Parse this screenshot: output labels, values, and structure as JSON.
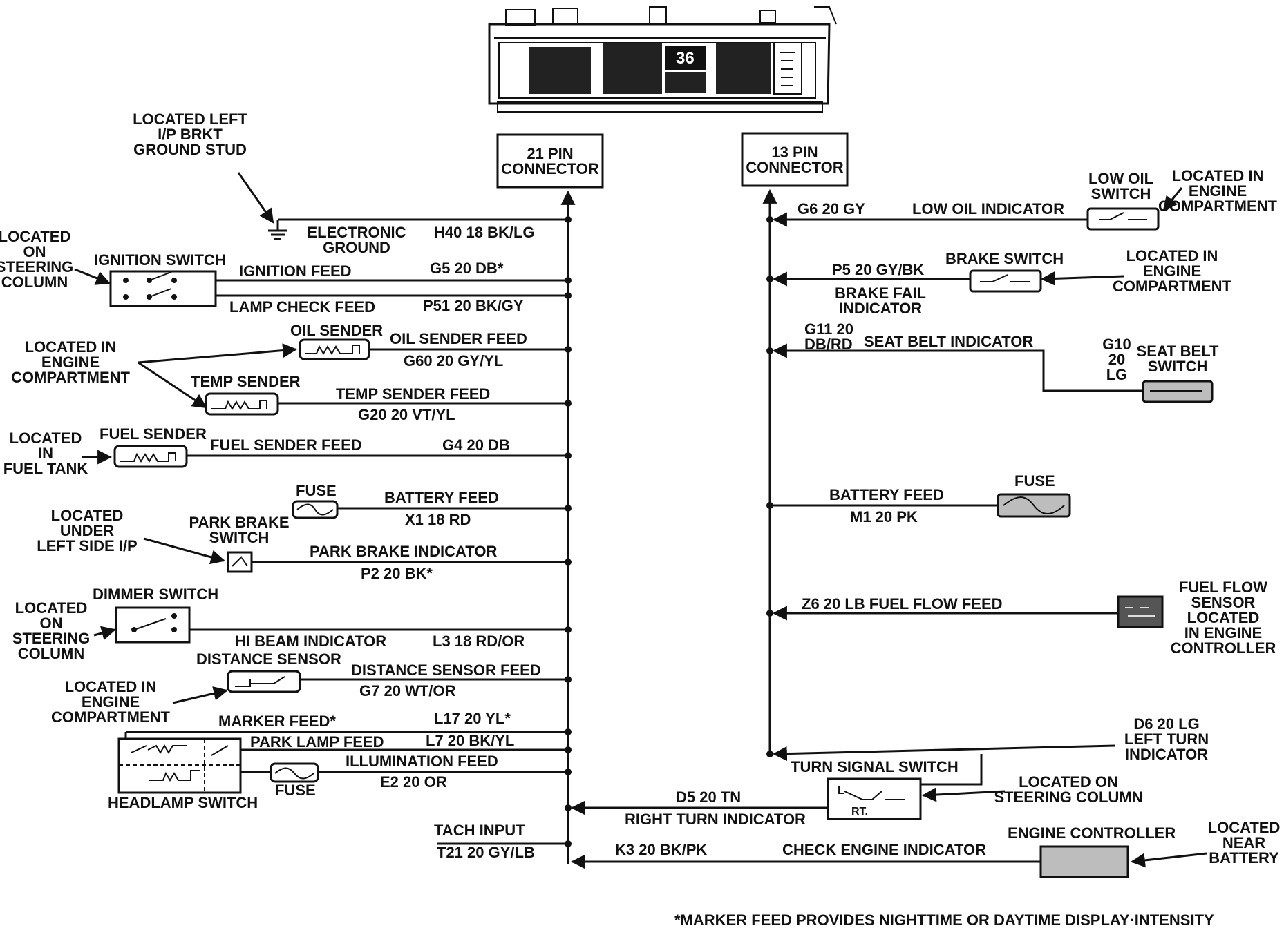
{
  "connectors": {
    "left": "21 PIN\nCONNECTOR",
    "right": "13 PIN\nCONNECTOR"
  },
  "cluster": {
    "readout": "36"
  },
  "left": {
    "ground_loc": "LOCATED LEFT\nI/P BRKT\nGROUND STUD",
    "elec_ground": "ELECTRONIC\nGROUND",
    "h40": "H40 18 BK/LG",
    "steer_loc1": "LOCATED\nON\nSTEERING\nCOLUMN",
    "ign_switch": "IGNITION SWITCH",
    "ign_feed": "IGNITION FEED",
    "g5": "G5 20 DB*",
    "lamp_check": "LAMP CHECK FEED",
    "p51": "P51 20 BK/GY",
    "eng_loc1": "LOCATED IN\nENGINE\nCOMPARTMENT",
    "oil_sender": "OIL SENDER",
    "oil_feed": "OIL SENDER FEED",
    "g60": "G60 20 GY/YL",
    "temp_sender": "TEMP SENDER",
    "temp_feed": "TEMP SENDER FEED",
    "g20": "G20 20 VT/YL",
    "tank_loc": "LOCATED\nIN\nFUEL TANK",
    "fuel_sender": "FUEL SENDER",
    "fuel_feed": "FUEL SENDER FEED",
    "g4": "G4 20 DB",
    "fuse1": "FUSE",
    "batt_feed": "BATTERY FEED",
    "x1": "X1 18 RD",
    "ip_loc": "LOCATED\nUNDER\nLEFT SIDE I/P",
    "park_brake_sw": "PARK BRAKE\nSWITCH",
    "park_brake_ind": "PARK BRAKE INDICATOR",
    "p2": "P2 20 BK*",
    "dimmer_sw": "DIMMER SWITCH",
    "steer_loc2": "LOCATED\nON\nSTEERING\nCOLUMN",
    "hi_beam": "HI BEAM INDICATOR",
    "l3": "L3 18 RD/OR",
    "dist_sensor": "DISTANCE SENSOR",
    "dist_feed": "DISTANCE SENSOR FEED",
    "g7": "G7 20 WT/OR",
    "eng_loc2": "LOCATED IN\nENGINE\nCOMPARTMENT",
    "marker_feed": "MARKER FEED*",
    "l17": "L17 20 YL*",
    "park_lamp": "PARK LAMP FEED",
    "l7": "L7 20 BK/YL",
    "illum_feed": "ILLUMINATION FEED",
    "e2": "E2 20 OR",
    "headlamp_sw": "HEADLAMP SWITCH",
    "fuse2": "FUSE",
    "tach": "TACH INPUT",
    "t21": "T21 20 GY/LB"
  },
  "right": {
    "g6": "G6 20 GY",
    "low_oil_ind": "LOW OIL INDICATOR",
    "low_oil_sw": "LOW OIL\nSWITCH",
    "eng_loc3": "LOCATED IN\nENGINE\nCOMPARTMENT",
    "p5": "P5 20 GY/BK",
    "brake_sw": "BRAKE SWITCH",
    "eng_loc4": "LOCATED IN\nENGINE\nCOMPARTMENT",
    "brake_fail": "BRAKE FAIL\nINDICATOR",
    "g11": "G11 20\nDB/RD",
    "seat_belt_ind": "SEAT BELT INDICATOR",
    "g10": "G10\n20\nLG",
    "seat_belt_sw": "SEAT BELT\nSWITCH",
    "fuse3": "FUSE",
    "batt_feed2": "BATTERY FEED",
    "m1": "M1 20 PK",
    "z6": "Z6  20 LB  FUEL  FLOW  FEED",
    "fuel_flow": "FUEL FLOW\nSENSOR\nLOCATED\nIN ENGINE\nCONTROLLER",
    "d6": "D6  20 LG\nLEFT TURN\nINDICATOR",
    "turn_sw": "TURN SIGNAL SWITCH",
    "steer_loc3": "LOCATED ON\nSTEERING COLUMN",
    "d5": "D5 20 TN",
    "right_turn": "RIGHT TURN INDICATOR",
    "eng_ctrl": "ENGINE CONTROLLER",
    "k3": "K3 20 BK/PK",
    "check_eng": "CHECK ENGINE INDICATOR",
    "battery_loc": "LOCATED\nNEAR\nBATTERY",
    "sw_l": "L",
    "sw_rt": "RT."
  },
  "footnote": "*MARKER FEED PROVIDES NIGHTTIME OR DAYTIME DISPLAY·INTENSITY"
}
